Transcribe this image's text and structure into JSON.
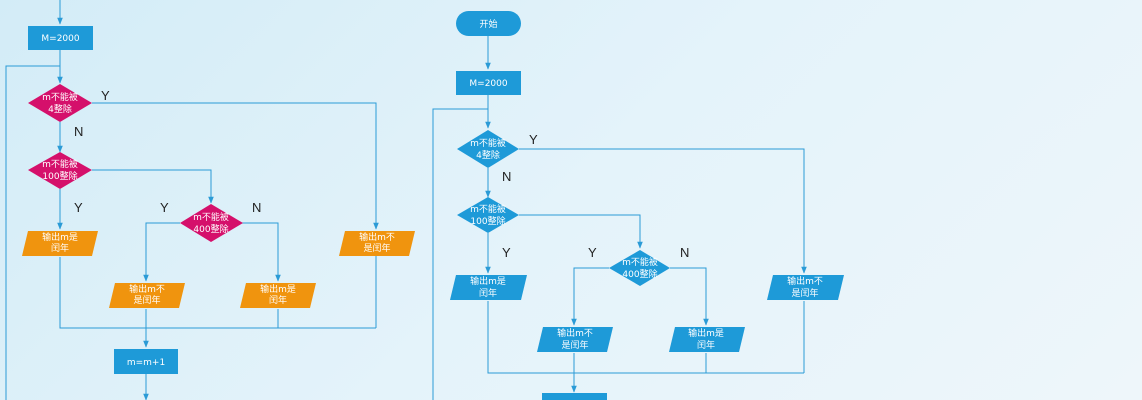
{
  "colors": {
    "edge": "#2b9bd6",
    "blue_node": "#1e9ad8",
    "magenta_decision": "#d5106b",
    "orange_output": "#f0940e",
    "background": "#ddeff8"
  },
  "left": {
    "start_label": "",
    "init": "M=2000",
    "d1": [
      "m不能被",
      "4整除"
    ],
    "d1_yes": "Y",
    "d1_no": "N",
    "d2": [
      "m不能被",
      "100整除"
    ],
    "d2_yes": "Y",
    "d3": [
      "m不能被",
      "400整除"
    ],
    "d3_yes": "Y",
    "d3_no": "N",
    "out_leap_1": [
      "输出m是",
      "闰年"
    ],
    "out_not_leap_1": [
      "输出m不",
      "是闰年"
    ],
    "out_not_leap_2": [
      "输出m不",
      "是闰年"
    ],
    "out_leap_2": [
      "输出m是",
      "闰年"
    ],
    "increment": "m=m+1"
  },
  "right": {
    "start": "开始",
    "init": "M=2000",
    "d1": [
      "m不能被",
      "4整除"
    ],
    "d1_yes": "Y",
    "d1_no": "N",
    "d2": [
      "m不能被",
      "100整除"
    ],
    "d2_yes": "Y",
    "d3": [
      "m不能被",
      "400整除"
    ],
    "d3_yes": "Y",
    "d3_no": "N",
    "out_leap_1": [
      "输出m是",
      "闰年"
    ],
    "out_not_leap_1": [
      "输出m不",
      "是闰年"
    ],
    "out_not_leap_2": [
      "输出m不",
      "是闰年"
    ],
    "out_leap_2": [
      "输出m是",
      "闰年"
    ]
  }
}
